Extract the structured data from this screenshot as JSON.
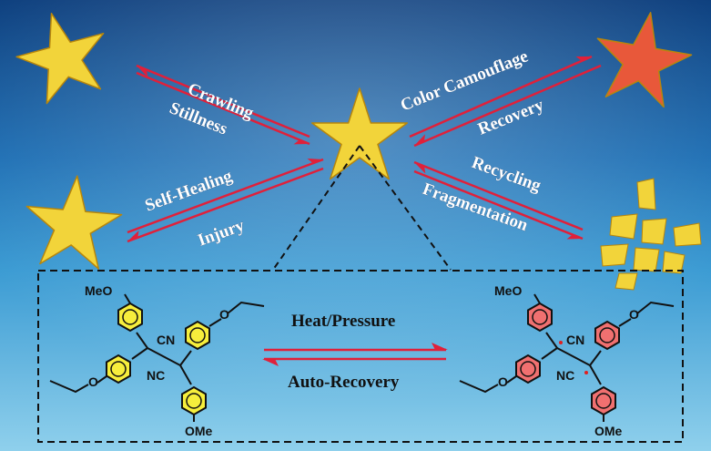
{
  "labels": {
    "crawling": "Crawling",
    "stillness": "Stillness",
    "color_camouflage": "Color Camouflage",
    "recovery": "Recovery",
    "self_healing": "Self-Healing",
    "injury": "Injury",
    "recycling": "Recycling",
    "fragmentation": "Fragmentation"
  },
  "reaction": {
    "forward": "Heat/Pressure",
    "reverse": "Auto-Recovery"
  },
  "molecule": {
    "meo": "MeO",
    "cn": "CN",
    "nc": "NC",
    "ome": "OMe"
  },
  "colors": {
    "star_yellow": "#f2d43a",
    "star_red": "#e8583a",
    "arrow_red": "#e0203a",
    "ring_yellow": "#f6ee3c",
    "ring_red": "#f07070"
  }
}
